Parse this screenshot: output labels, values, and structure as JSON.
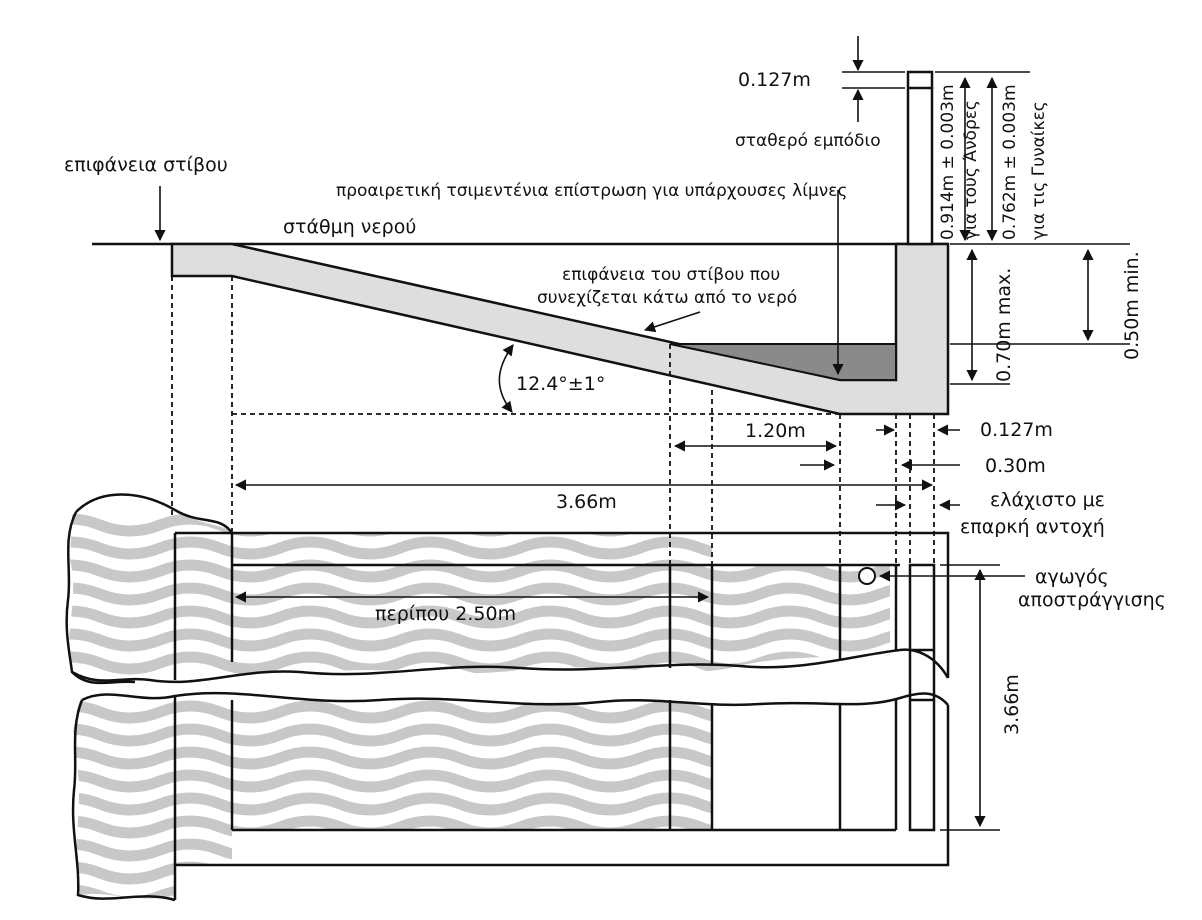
{
  "labels": {
    "track_surface": "επιφάνεια στίβου",
    "water_level": "στάθμη νερού",
    "fixed_barrier": "σταθερό εμπόδιο",
    "optional_concrete": "προαιρετική τσιμεντένια επίστρωση για υπάρχουσες λίμνες",
    "surface_under_water_1": "επιφάνεια του στίβου που",
    "surface_under_water_2": "συνεχίζεται κάτω από το νερό",
    "angle": "12.4°±1°",
    "min_grip_1": "ελάχιστο με",
    "min_grip_2": "επαρκή αντοχή",
    "drain_1": "αγωγός",
    "drain_2": "αποστράγγισης",
    "approx": "περίπου 2.50m"
  },
  "dimensions": {
    "bar_thickness": "0.127m",
    "men_height": "0.914m ± 0.003m",
    "men_label": "για τους Άνδρες",
    "women_height": "0.762m ± 0.003m",
    "women_label": "για τις Γυναίκες",
    "max_depth": "0.70m max.",
    "min_depth": "0.50m min.",
    "d_120": "1.20m",
    "d_0127": "0.127m",
    "d_030": "0.30m",
    "d_366_h": "3.66m",
    "d_366_v": "3.66m"
  },
  "colors": {
    "light_fill": "#dedede",
    "dark_fill": "#8a8a8a",
    "wave": "#c8c8c8",
    "line": "#111111"
  }
}
